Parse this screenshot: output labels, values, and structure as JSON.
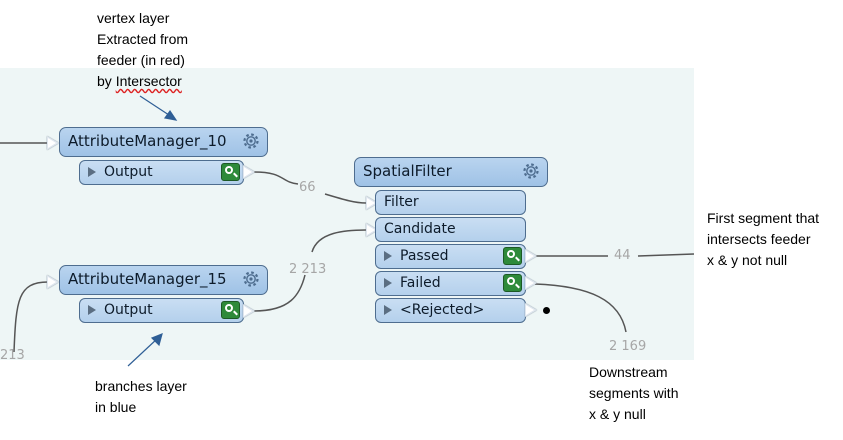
{
  "annotations": {
    "vertex_note": [
      "vertex layer",
      "Extracted from",
      "feeder (in red)"
    ],
    "vertex_note_by": "by ",
    "vertex_note_word": "Intersector",
    "branches_note": [
      "branches layer",
      "in blue"
    ],
    "first_segment_note": [
      "First segment that",
      "intersects feeder",
      "x & y not null"
    ],
    "downstream_note": [
      "Downstream",
      "segments with",
      "x & y null"
    ]
  },
  "counts": {
    "am10_output": "66",
    "am15_output": "2 213",
    "left_edge": "213",
    "passed": "44",
    "failed": "2 169"
  },
  "transformers": {
    "am10": {
      "name": "AttributeManager_10",
      "output_port": "Output"
    },
    "am15": {
      "name": "AttributeManager_15",
      "output_port": "Output"
    },
    "spatial_filter": {
      "name": "SpatialFilter",
      "input_ports": [
        "Filter",
        "Candidate"
      ],
      "output_ports": [
        "Passed",
        "Failed",
        "<Rejected>"
      ]
    }
  },
  "icons": {
    "settings": "gear-icon",
    "inspect": "magnifier-inspect-icon",
    "port": "triangle-play-icon"
  },
  "colors": {
    "canvas_bg": "#eef6f6",
    "transformer_fill": "#b9d4ef",
    "connection": "#555555",
    "count_text": "#a6a6a6",
    "annotation_arrow": "#2f5f96"
  }
}
